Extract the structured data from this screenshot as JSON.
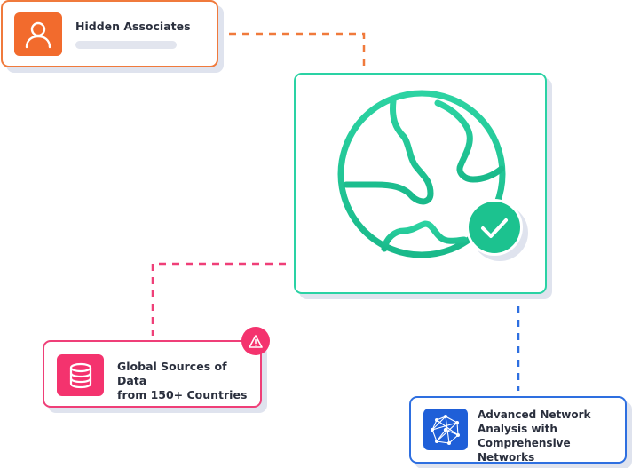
{
  "cards": {
    "associates": {
      "title": "Hidden Associates",
      "icon": "user-icon",
      "accent": "#f26b2d"
    },
    "sources": {
      "title_line1": "Global Sources of Data",
      "title_line2": "from 150+ Countries",
      "icon": "database-icon",
      "badge_icon": "warning-icon",
      "accent": "#f4336e"
    },
    "network": {
      "title_line1": "Advanced Network",
      "title_line2": "Analysis with",
      "title_line3": "Comprehensive Networks",
      "icon": "network-graph-icon",
      "accent": "#1f5fd8"
    },
    "globe": {
      "icon": "globe-icon",
      "status_icon": "checkmark-icon",
      "accent": "#22c996"
    }
  },
  "connectors": {
    "associates_color": "#f07a3c",
    "sources_color": "#ef3f78",
    "network_color": "#2e6fe0"
  }
}
